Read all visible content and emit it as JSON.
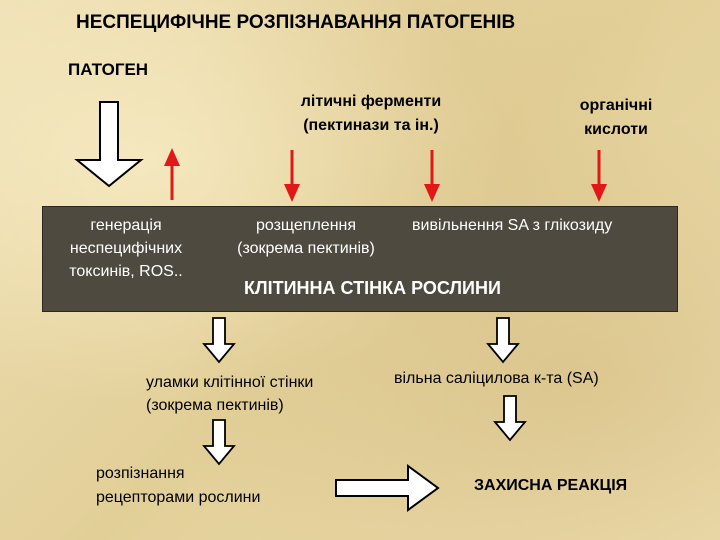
{
  "title": "НЕСПЕЦИФІЧНЕ РОЗПІЗНАВАННЯ ПАТОГЕНІВ",
  "pathogen": "ПАТОГЕН",
  "enzymes": {
    "line1": "літичні ферменти",
    "line2": "(пектинази та ін.)"
  },
  "acids": {
    "line1": "органічні",
    "line2": "кислоти"
  },
  "wall": {
    "title": "КЛІТИННА СТІНКА РОСЛИНИ",
    "col1": {
      "line1": "генерація",
      "line2": "неспецифічних",
      "line3": "токсинів, ROS.."
    },
    "col2": {
      "line1": "розщеплення",
      "line2": "(зокрема пектинів)"
    },
    "col3": "вивільнення SA з глікозиду"
  },
  "fragments": {
    "line1": "уламки клітінної стінки",
    "line2": "(зокрема пектинів)"
  },
  "free_sa": "вільна саліцилова к-та (SA)",
  "recognition": {
    "line1": "розпізнання",
    "line2": "рецепторами рослини"
  },
  "defense": "ЗАХИСНА РЕАКЦІЯ",
  "colors": {
    "red_arrow": "#e01818",
    "wall": "#4e4a40",
    "background": "#e9d9a8"
  }
}
